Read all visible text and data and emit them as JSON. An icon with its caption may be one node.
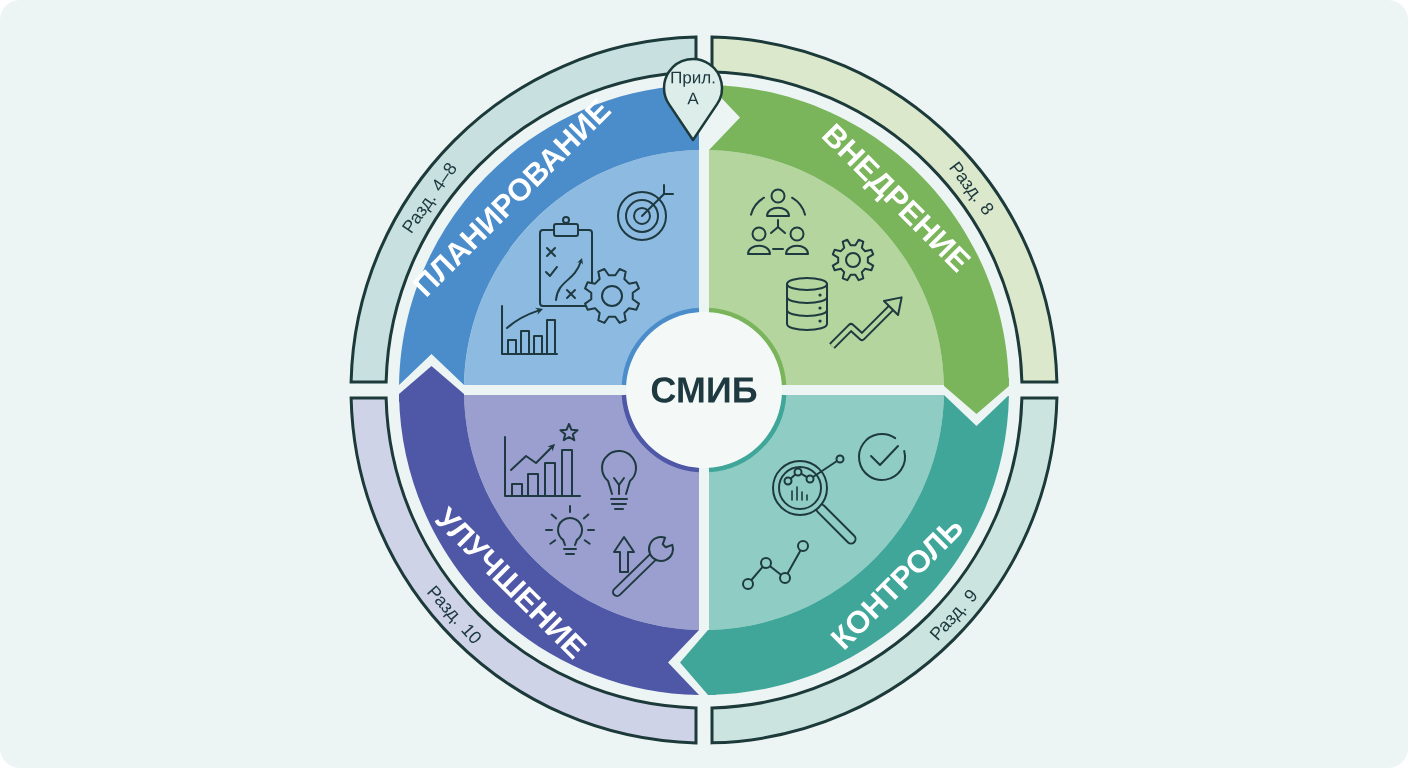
{
  "diagram": {
    "nodes": [
      {
        "text": [
          "Прил. А"
        ]
      },
      {
        "text": [
          "Разд. 4–8"
        ]
      },
      {
        "text": [
          "ПЛАНИРОВАНИЕ"
        ]
      },
      {
        "text": [
          "ВНЕДРЕНИЕ"
        ]
      },
      {
        "text": [
          "Разд. 8"
        ]
      },
      {
        "text": [
          "СМИБ"
        ]
      },
      {
        "text": [
          "Разд. 10"
        ]
      },
      {
        "text": [
          "УЛУЧШЕНИЕ"
        ]
      },
      {
        "text": [
          "КОНТРОЛЬ"
        ]
      },
      {
        "text": [
          "Разд. 9"
        ]
      }
    ],
    "edges": [
      {
        "from": 3,
        "to": 8,
        "arrow": "to",
        "color": "#7ab55c"
      },
      {
        "from": 8,
        "to": 7,
        "arrow": "to",
        "color": "#3fa699"
      },
      {
        "from": 7,
        "to": 2,
        "arrow": "to",
        "color": "#4e58a6"
      }
    ]
  }
}
